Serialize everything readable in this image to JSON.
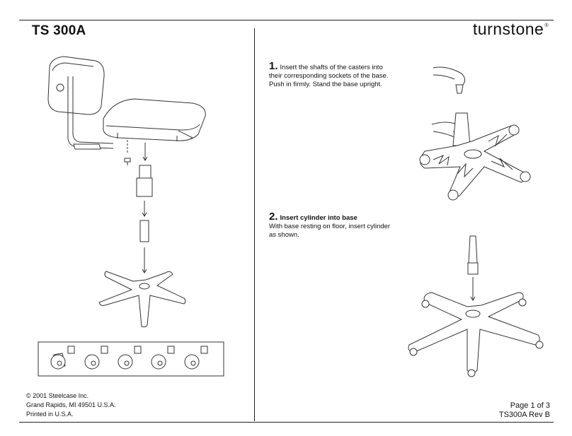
{
  "header": {
    "model": "TS 300A",
    "brand": "turnstone",
    "registered_mark": "®"
  },
  "steps": [
    {
      "number": "1.",
      "text": "Insert the shafts of the casters into their corresponding sockets of the base.  Push in firmly.  Stand the base upright."
    },
    {
      "number": "2.",
      "title": "Insert cylinder into base",
      "text": "With base resting on floor, insert cylinder as shown."
    }
  ],
  "footer": {
    "copyright": "© 2001 Steelcase Inc.",
    "address": "Grand Rapids, MI 49501 U.S.A.",
    "printed": "Printed in U.S.A.",
    "page": "Page 1 of 3",
    "doc_rev": "TS300A Rev B"
  },
  "illustrations": [
    "exploded-chair-illustration",
    "caster-set-illustration",
    "caster-install-illustration",
    "cylinder-install-illustration"
  ]
}
